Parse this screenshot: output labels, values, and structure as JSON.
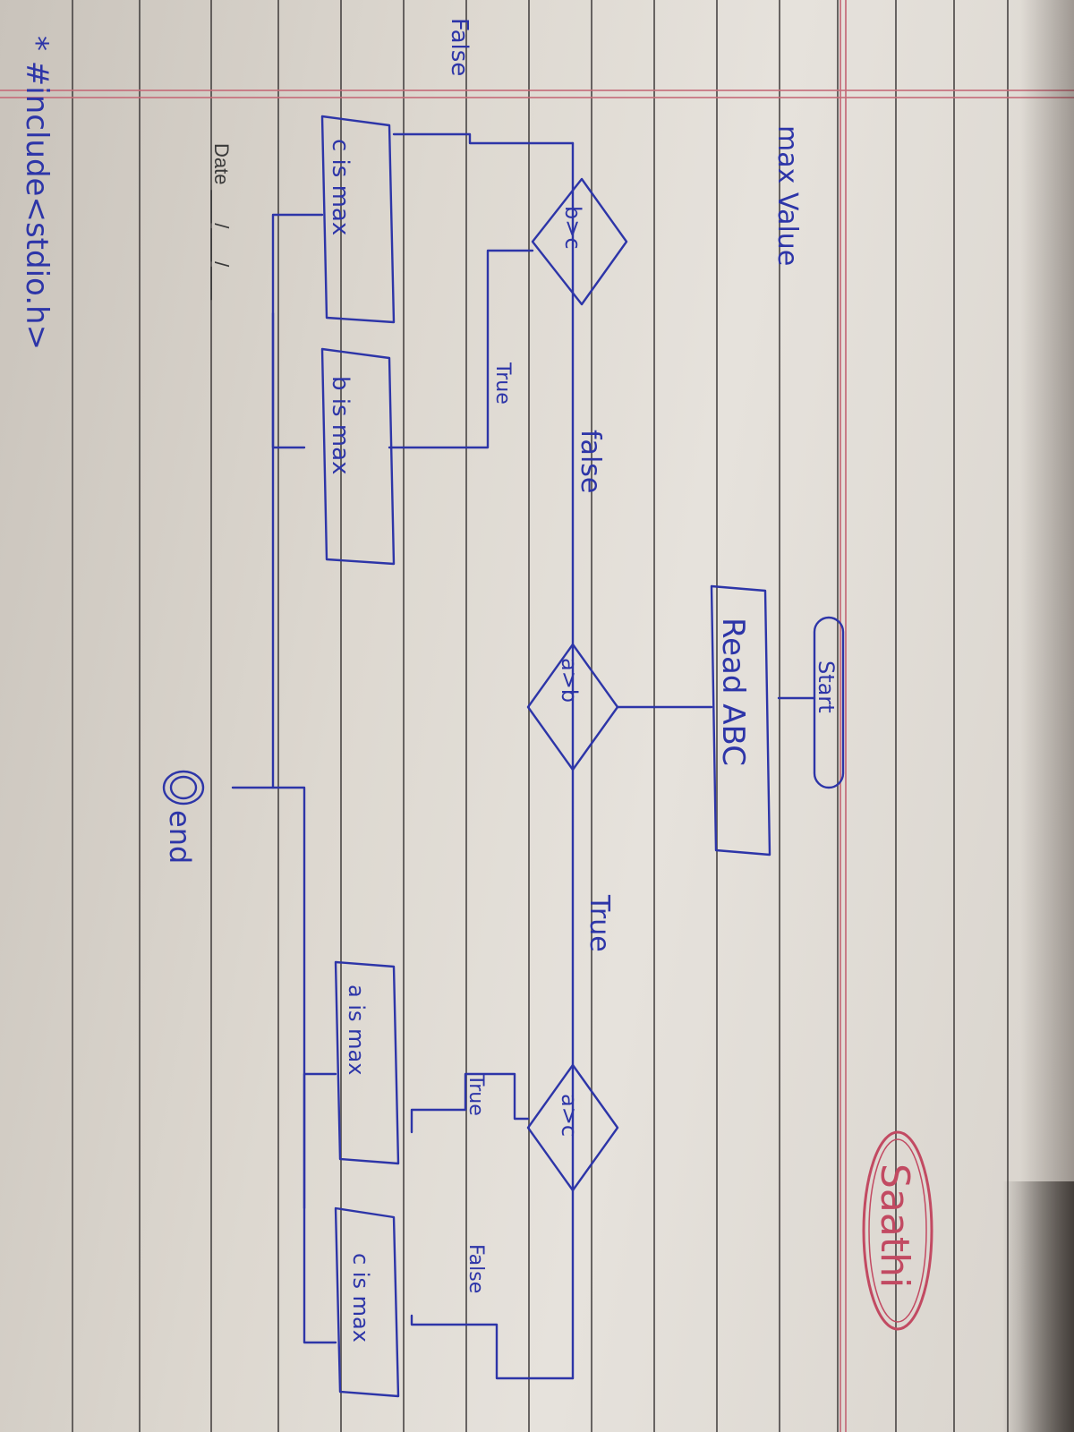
{
  "page": {
    "brand": "Saathi",
    "date_label": "Date ___/___/___"
  },
  "heading": "max Value",
  "flowchart": {
    "start": "Start",
    "input": "Read ABC",
    "decision_main": "a>b",
    "decision_true_branch": "a>c",
    "decision_false_branch": "b>c",
    "label_true_main": "True",
    "label_false_main": "false",
    "label_true_right": "True",
    "label_false_right": "False",
    "label_true_left": "True",
    "label_false_left": "False",
    "output_a": "a is max",
    "output_c_right": "c is max",
    "output_b": "b is max",
    "output_c_left": "c is max",
    "end": "end"
  },
  "footer_note": "* #include<stdio.h>"
}
